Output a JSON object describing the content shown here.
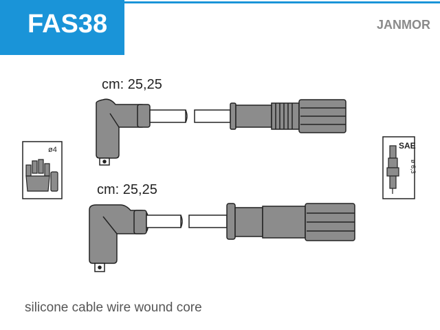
{
  "header": {
    "part_number": "FAS38",
    "brand": "JANMOR"
  },
  "cables": [
    {
      "length_label": "cm: 25,25"
    },
    {
      "length_label": "cm: 25,25"
    }
  ],
  "icons": {
    "distributor": {
      "name": "distributor-cap-icon",
      "label": "ø4"
    },
    "spark_plug": {
      "name": "spark-plug-icon",
      "label_top": "SAE",
      "label_side": "ø 6,3"
    }
  },
  "footer": {
    "description": "silicone cable wire wound core"
  },
  "colors": {
    "accent": "#1a94d8",
    "cable_fill": "#8c8c8c",
    "outline": "#222222"
  }
}
